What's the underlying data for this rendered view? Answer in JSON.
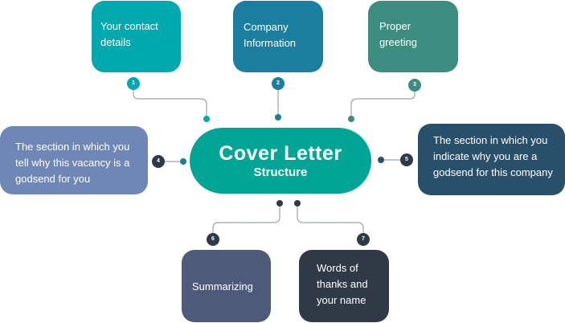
{
  "center": {
    "title": "Cover Letter",
    "subtitle": "Structure"
  },
  "items": [
    {
      "number": "1",
      "lines": [
        "Your contact",
        "details"
      ],
      "color": "#00a9ad"
    },
    {
      "number": "2",
      "lines": [
        "Company",
        "Information"
      ],
      "color": "#1a7f9e"
    },
    {
      "number": "3",
      "lines": [
        "Proper",
        "greeting"
      ],
      "color": "#3c8c80"
    },
    {
      "number": "4",
      "lines": [
        "The section in which you",
        "tell why this vacancy is a",
        "godsend for you"
      ],
      "color": "#6f87b6"
    },
    {
      "number": "5",
      "lines": [
        "The section in which you",
        "indicate why you are a",
        "godsend for this company"
      ],
      "color": "#29506a"
    },
    {
      "number": "6",
      "lines": [
        "Summarizing"
      ],
      "color": "#4d5a79"
    },
    {
      "number": "7",
      "lines": [
        "Words of",
        "thanks and",
        "your name"
      ],
      "color": "#303a47"
    }
  ],
  "colors": {
    "connector": "#9aa3ad",
    "badge_dark": "#2e3a47"
  }
}
